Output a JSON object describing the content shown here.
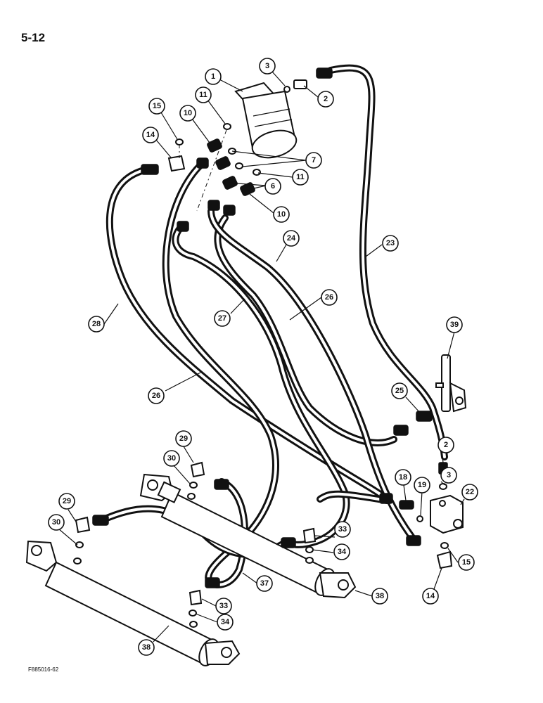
{
  "page": {
    "number": "5-12",
    "figure_code": "F885016-62"
  },
  "callouts": [
    "1",
    "3",
    "2",
    "15",
    "11",
    "10",
    "14",
    "7",
    "11",
    "6",
    "10",
    "24",
    "23",
    "28",
    "27",
    "26",
    "26",
    "39",
    "25",
    "29",
    "30",
    "2",
    "3",
    "18",
    "19",
    "22",
    "29",
    "30",
    "33",
    "34",
    "15",
    "14",
    "37",
    "38",
    "33",
    "34",
    "38"
  ]
}
